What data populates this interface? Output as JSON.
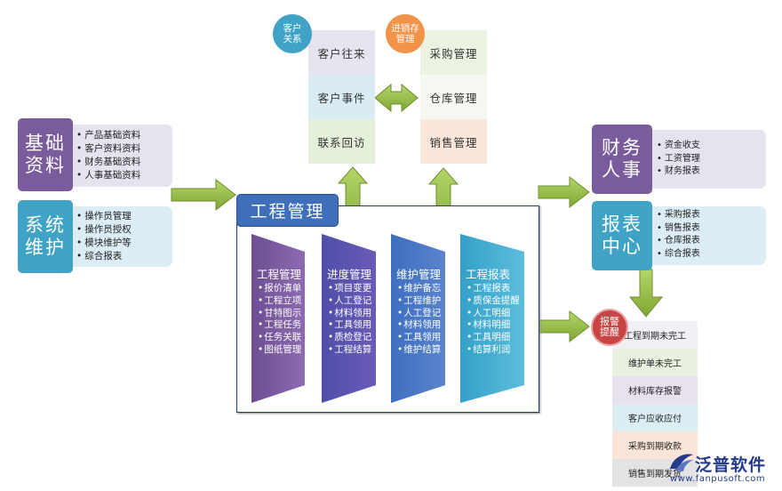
{
  "crm": {
    "bubble": "客户关系",
    "items": [
      "客户往来",
      "客户事件",
      "联系回访"
    ]
  },
  "inventory": {
    "bubble": "进销存管理",
    "items": [
      "采购管理",
      "仓库管理",
      "销售管理"
    ]
  },
  "basic_data": {
    "title": "基础资料",
    "items": [
      "产品基础资料",
      "客户资料资料",
      "财务基础资料",
      "人事基础资料"
    ]
  },
  "system": {
    "title": "系统维护",
    "items": [
      "操作员管理",
      "操作员授权",
      "模块维护等",
      "综合报表"
    ]
  },
  "finance": {
    "title": "财务人事",
    "items": [
      "资金收支",
      "工资管理",
      "财务报表"
    ]
  },
  "reports": {
    "title": "报表中心",
    "items": [
      "采购报表",
      "销售报表",
      "仓库报表",
      "综合报表"
    ]
  },
  "project": {
    "title": "工程管理",
    "bands": [
      {
        "title": "工程管理",
        "items": [
          "报价清单",
          "工程立项",
          "甘特图示",
          "工程任务",
          "任务关联",
          "图纸管理"
        ]
      },
      {
        "title": "进度管理",
        "items": [
          "项目变更",
          "人工登记",
          "材料领用",
          "工具领用",
          "质检登记",
          "工程结算"
        ]
      },
      {
        "title": "维护管理",
        "items": [
          "维护备忘",
          "工程维护",
          "人工登记",
          "材料领用",
          "工具领用",
          "维护结算"
        ]
      },
      {
        "title": "工程报表",
        "items": [
          "工程报表",
          "质保金提醒",
          "人工明细",
          "材料明细",
          "工具明细",
          "结算利润"
        ]
      }
    ]
  },
  "alarm": {
    "bubble": "报警提醒",
    "items": [
      "工程到期未完工",
      "维护单未完工",
      "材料库存报警",
      "客户应收应付",
      "采购到期收款",
      "销售到期发货"
    ]
  },
  "logo": {
    "name": "泛普软件",
    "url": "www.fanpusoft.com"
  },
  "colors": {
    "purple": "#7a5c9c",
    "teal": "#40a3c5",
    "arrow": "#8fb440",
    "frame": "#1f3f6f"
  }
}
